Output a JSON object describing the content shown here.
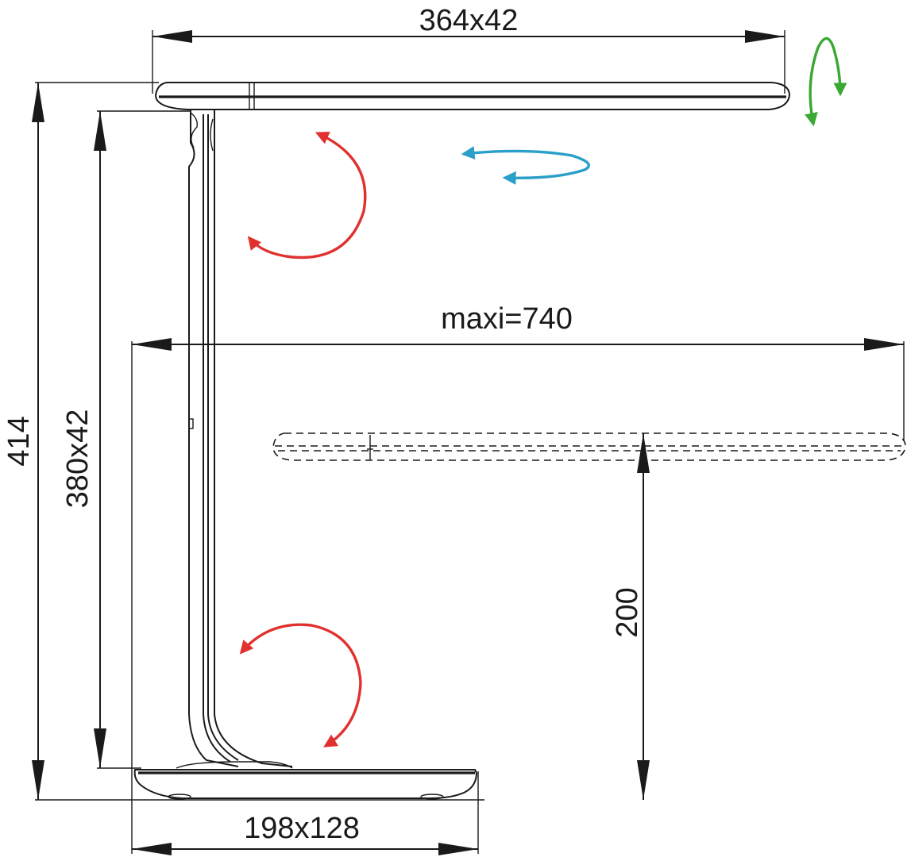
{
  "dimensions": {
    "head": "364x42",
    "max_reach": "maxi=740",
    "total_height": "414",
    "arm": "380x42",
    "head_height": "200",
    "base": "198x128"
  },
  "colors": {
    "outline": "#1a1a1a",
    "rotation_red": "#e0312f",
    "rotation_blue": "#2a9fc9",
    "rotation_green": "#3aa832"
  },
  "icons": {
    "head_rotation": "rotate-arrows-red-icon",
    "swivel": "swivel-arrows-blue-icon",
    "tilt": "tilt-arrows-green-icon",
    "base_rotation": "rotate-arrows-red-icon"
  }
}
